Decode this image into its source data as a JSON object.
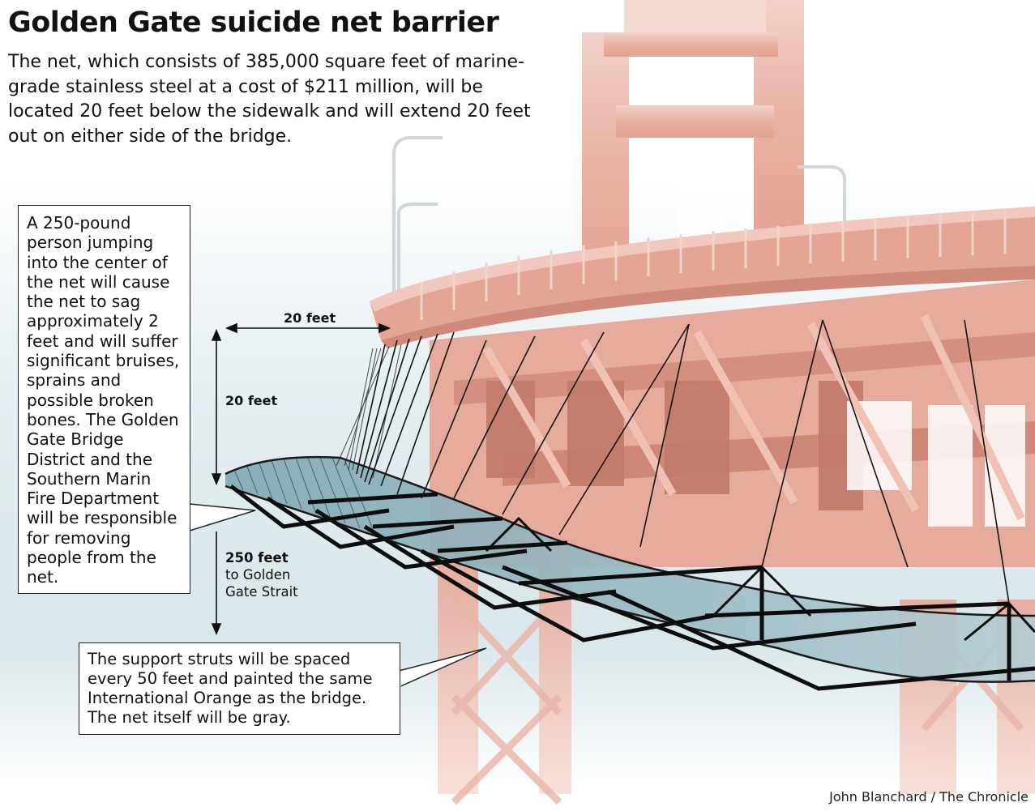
{
  "title": "Golden Gate suicide net barrier",
  "intro": "The net, which consists of 385,000 square feet of marine-grade stainless steel at a cost of $211 million, will be located 20 feet below the sidewalk and will extend 20 feet out on either side of the bridge.",
  "callouts": {
    "net_sag": "A 250-pound person jumping into the center of the net will cause the net to sag approximately 2 feet and will suffer significant bruises, sprains and possible broken bones. The Golden Gate Bridge District and the Southern Marin Fire Department will be responsible for removing people from the net.",
    "struts": "The support struts will be spaced every 50 feet and painted the same International Orange as the bridge. The net itself will be gray."
  },
  "dimensions": {
    "net_width": "20 feet",
    "net_depth_below_sidewalk": "20 feet",
    "height_to_water_value": "250 feet",
    "height_to_water_label": "to Golden Gate Strait"
  },
  "credit": "John Blanchard / The Chronicle",
  "colors": {
    "bridge_orange": "#e09c8c",
    "bridge_dark": "#b9705f",
    "fog": "#dfeaee",
    "net": "#8fb3bd"
  }
}
